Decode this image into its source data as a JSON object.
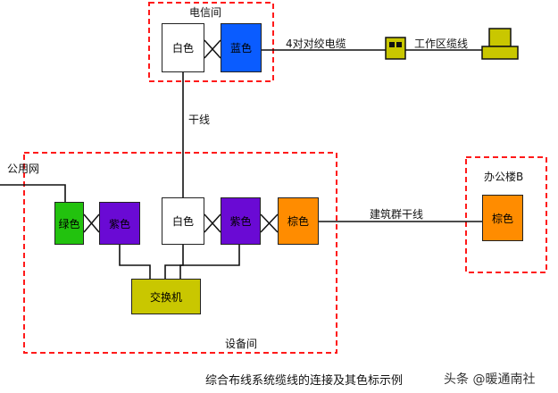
{
  "rooms": {
    "telecom_room": "电信间",
    "equipment_room": "设备间",
    "office_b": "办公楼B"
  },
  "boxes": {
    "telecom_white": "白色",
    "telecom_blue": "蓝色",
    "equip_green": "绿色",
    "equip_purple_1": "紫色",
    "equip_white": "白色",
    "equip_purple_2": "紫色",
    "equip_brown": "棕色",
    "office_brown": "棕色",
    "switch": "交换机"
  },
  "cables": {
    "twisted_pair": "4对对绞电缆",
    "work_area": "工作区缆线",
    "backbone": "干线",
    "public_network": "公用网",
    "campus_backbone": "建筑群干线"
  },
  "caption": "综合布线系统缆线的连接及其色标示例",
  "watermark": "头条 @暖通南社",
  "colors": {
    "white_field": "#ffffff",
    "blue_field": "#0a5cff",
    "green_field": "#22c20e",
    "purple_field": "#6a0ad4",
    "brown_field": "#ff8c00",
    "switch_fill": "#c9c700",
    "outlet_fill": "#c9c700",
    "boundary": "#ff1a1a"
  }
}
